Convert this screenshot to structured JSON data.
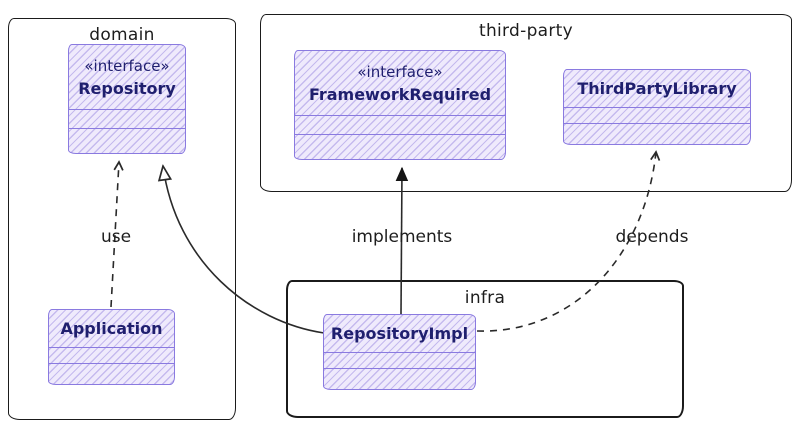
{
  "packages": {
    "domain": {
      "label": "domain"
    },
    "third_party": {
      "label": "third-party"
    },
    "infra": {
      "label": "infra"
    }
  },
  "classes": {
    "repository": {
      "stereotype": "«interface»",
      "name": "Repository",
      "package": "domain"
    },
    "framework_required": {
      "stereotype": "«interface»",
      "name": "FrameworkRequired",
      "package": "third-party"
    },
    "third_party_library": {
      "name": "ThirdPartyLibrary",
      "package": "third-party"
    },
    "application": {
      "name": "Application",
      "package": "domain"
    },
    "repository_impl": {
      "name": "RepositoryImpl",
      "package": "infra"
    }
  },
  "relations": [
    {
      "type": "dependency",
      "style": "dashed-open-arrow",
      "from": "Application",
      "to": "Repository",
      "label": "use"
    },
    {
      "type": "realization",
      "style": "solid-hollow-triangle",
      "from": "RepositoryImpl",
      "to": "Repository",
      "label": ""
    },
    {
      "type": "realization",
      "style": "solid-filled-triangle",
      "from": "RepositoryImpl",
      "to": "FrameworkRequired",
      "label": "implements"
    },
    {
      "type": "dependency",
      "style": "dashed-open-arrow",
      "from": "RepositoryImpl",
      "to": "ThirdPartyLibrary",
      "label": "depends"
    }
  ],
  "colors": {
    "background": "#ffffff",
    "class_fill": "#efeafc",
    "class_border": "#8a7ae0",
    "class_text": "#1f1f6e",
    "package_border": "#1b1b1b",
    "label_text": "#1d1d1d"
  }
}
